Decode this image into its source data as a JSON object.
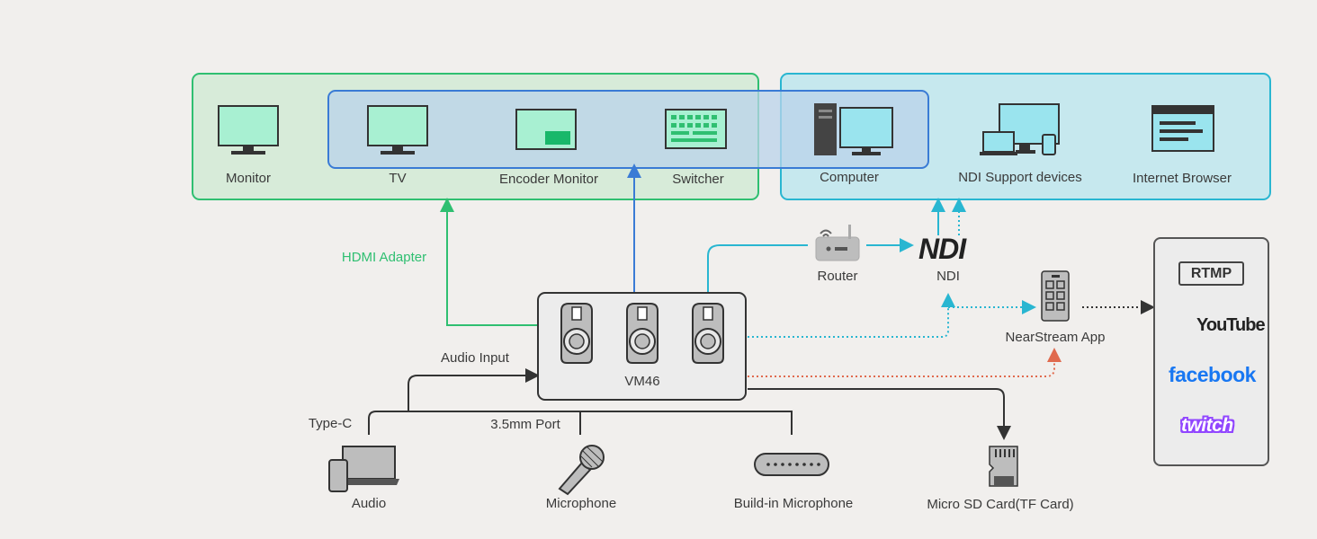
{
  "groups": {
    "display_group": {
      "color": "#2fbf71"
    },
    "ndi_group": {
      "color": "#29b6d1"
    },
    "overlap_group": {
      "color": "#3a7bd5"
    }
  },
  "devices": {
    "monitor": "Monitor",
    "tv": "TV",
    "encoder_monitor": "Encoder Monitor",
    "switcher": "Switcher",
    "computer": "Computer",
    "ndi_support_devices": "NDI Support devices",
    "internet_browser": "Internet Browser"
  },
  "connections": {
    "hdmi_adapter": "HDMI Adapter",
    "audio_input": "Audio Input",
    "type_c": "Type-C",
    "port_35mm": "3.5mm Port"
  },
  "hub": {
    "label": "VM46"
  },
  "network": {
    "router": "Router",
    "ndi_logo": "NDI",
    "ndi_label": "NDI",
    "app": "NearStream App"
  },
  "inputs": {
    "audio": "Audio",
    "microphone": "Microphone",
    "builtin_mic": "Build-in Microphone",
    "sd_card": "Micro SD Card(TF Card)"
  },
  "platforms": {
    "rtmp": "RTMP",
    "youtube": "YouTube",
    "facebook": "facebook",
    "twitch": "twitch"
  },
  "colors": {
    "hdmi_line": "#2fbf71",
    "blue_line": "#3a7bd5",
    "ndi_line": "#29b6d1",
    "wired_line": "#333333",
    "sd_line": "#e06a4e",
    "screen_fill": "#a8f0d2"
  }
}
